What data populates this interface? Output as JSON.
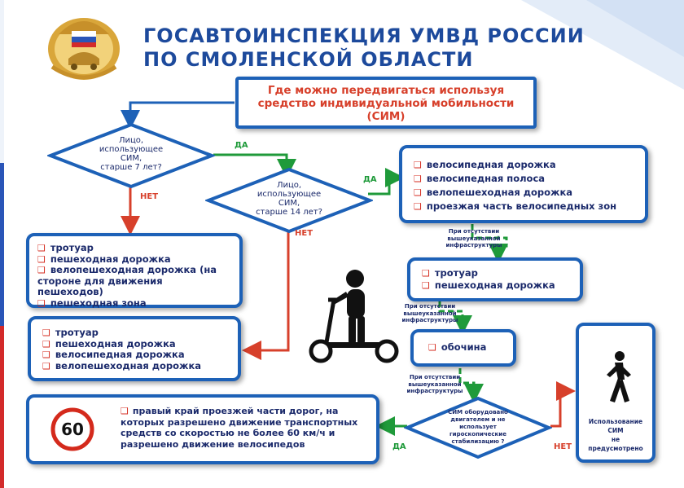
{
  "header": {
    "line1": "ГОСАВТОИНСПЕКЦИЯ УМВД РОССИИ",
    "line2": "ПО СМОЛЕНСКОЙ ОБЛАСТИ"
  },
  "question_box": {
    "line1": "Где можно передвигаться используя",
    "line2": "средство индивидуальной мобильности",
    "line3": "(СИМ)"
  },
  "decision_age7": {
    "line1": "Лицо,",
    "line2": "использующее",
    "line3": "СИМ,",
    "line4": "старше 7 лет?"
  },
  "decision_age14": {
    "line1": "Лицо,",
    "line2": "использующее",
    "line3": "СИМ,",
    "line4": "старше 14 лет?"
  },
  "decision_engine": {
    "line1": "СИМ оборудовано",
    "line2": "двигателем и не",
    "line3": "использует",
    "line4": "гироскопические",
    "line5": "стабилизацию ?"
  },
  "labels": {
    "yes": "ДА",
    "no": "НЕТ"
  },
  "box_under7": [
    "тротуар",
    "пешеходная дорожка",
    "велопешеходная дорожка (на стороне для движения пешеходов)",
    "пешеходная зона"
  ],
  "box_7_14": [
    "тротуар",
    "пешеходная дорожка",
    "велосипедная дорожка",
    "велопешеходная дорожка"
  ],
  "box_over14": [
    "велосипедная дорожка",
    "велосипедная полоса",
    "велопешеходная дорожка",
    "проезжая часть велосипедных зон"
  ],
  "box_sidewalk": [
    "тротуар",
    "пешеходная дорожка"
  ],
  "box_shoulder": [
    "обочина"
  ],
  "absence_note": {
    "line1": "При отсутствии",
    "line2": "вышеуказанной",
    "line3": "инфраструктуры"
  },
  "box_road": {
    "text": "правый край проезжей части дорог, на которых разрешено движение транспортных средств со скоростью не более 60 км/ч и разрешено движение велосипедов",
    "speed_sign": "60"
  },
  "box_prohibited": {
    "line1": "Использование",
    "line2": "СИМ",
    "line3": "не",
    "line4": "предусмотрено"
  },
  "colors": {
    "blue": "#1d61b7",
    "green": "#1f9a3a",
    "red": "#d7402b",
    "text": "#1b2a6b"
  }
}
